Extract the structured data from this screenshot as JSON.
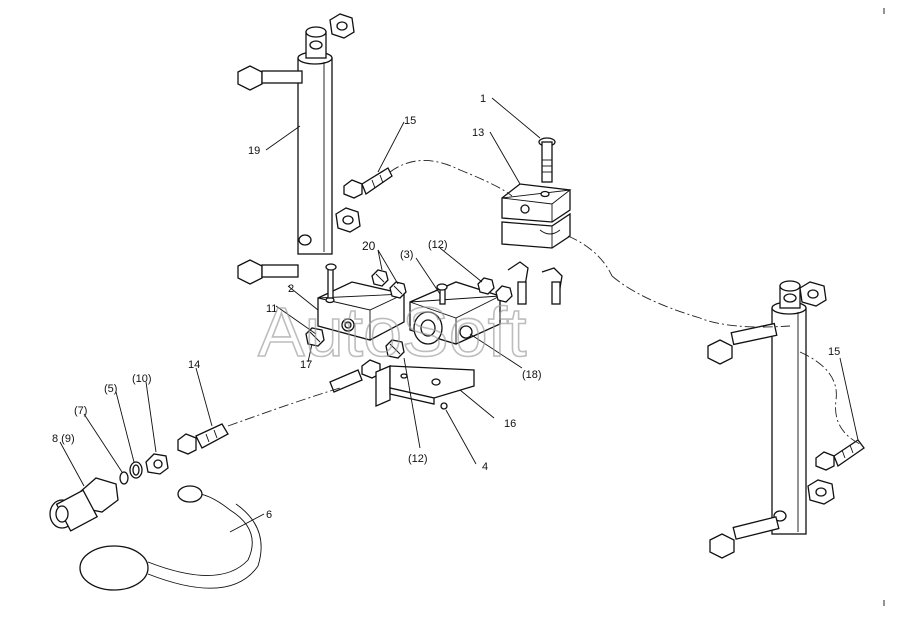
{
  "labels": {
    "l1": "1",
    "l13": "13",
    "l15a": "15",
    "l19": "19",
    "l20": "20",
    "l12a": "(12)",
    "l3": "(3)",
    "l2": "2",
    "l11": "11",
    "l17": "17",
    "l18": "(18)",
    "l14": "14",
    "l10": "(10)",
    "l5": "(5)",
    "l7": "(7)",
    "l89": "8 (9)",
    "l16": "16",
    "l12b": "(12)",
    "l4": "4",
    "l6": "6",
    "l15b": "15"
  },
  "watermark": "AutoSoft"
}
